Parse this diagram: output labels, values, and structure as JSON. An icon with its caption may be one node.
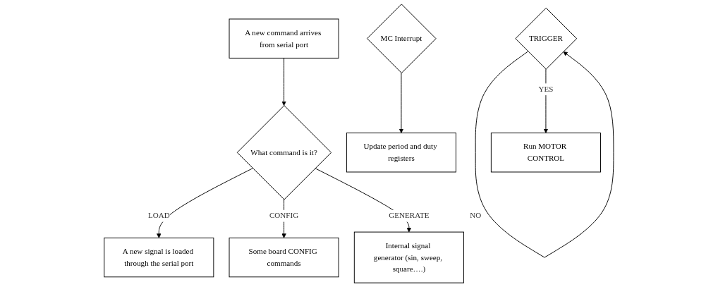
{
  "diagram": {
    "nodes": [
      {
        "text": [
          "A new command arrives from serial port"
        ]
      },
      {
        "text": [
          "What command is it?"
        ]
      },
      {
        "text": [
          "A new signal is loaded through the serial port"
        ]
      },
      {
        "text": [
          "Some board CONFIG commands"
        ]
      },
      {
        "text": [
          "Internal signal generator (sin, sweep, square….)"
        ]
      },
      {
        "text": [
          "TRIGGER"
        ]
      },
      {
        "text": [
          "Run MOTOR CONTROL"
        ]
      },
      {
        "text": [
          "MC Interrupt"
        ]
      },
      {
        "text": [
          "Update period and duty registers"
        ]
      }
    ],
    "edges": [
      {
        "from": 0,
        "to": 1,
        "arrow": "to"
      },
      {
        "from": 1,
        "to": 2,
        "arrow": "to",
        "label": "LOAD"
      },
      {
        "from": 1,
        "to": 3,
        "arrow": "to",
        "label": "CONFIG"
      },
      {
        "from": 1,
        "to": 4,
        "arrow": "to",
        "label": "GENERATE"
      },
      {
        "from": 5,
        "to": 5,
        "arrow": "to",
        "label": "NO"
      },
      {
        "from": 5,
        "to": 6,
        "arrow": "to",
        "label": "YES"
      },
      {
        "from": 7,
        "to": 8,
        "arrow": "to"
      }
    ]
  }
}
